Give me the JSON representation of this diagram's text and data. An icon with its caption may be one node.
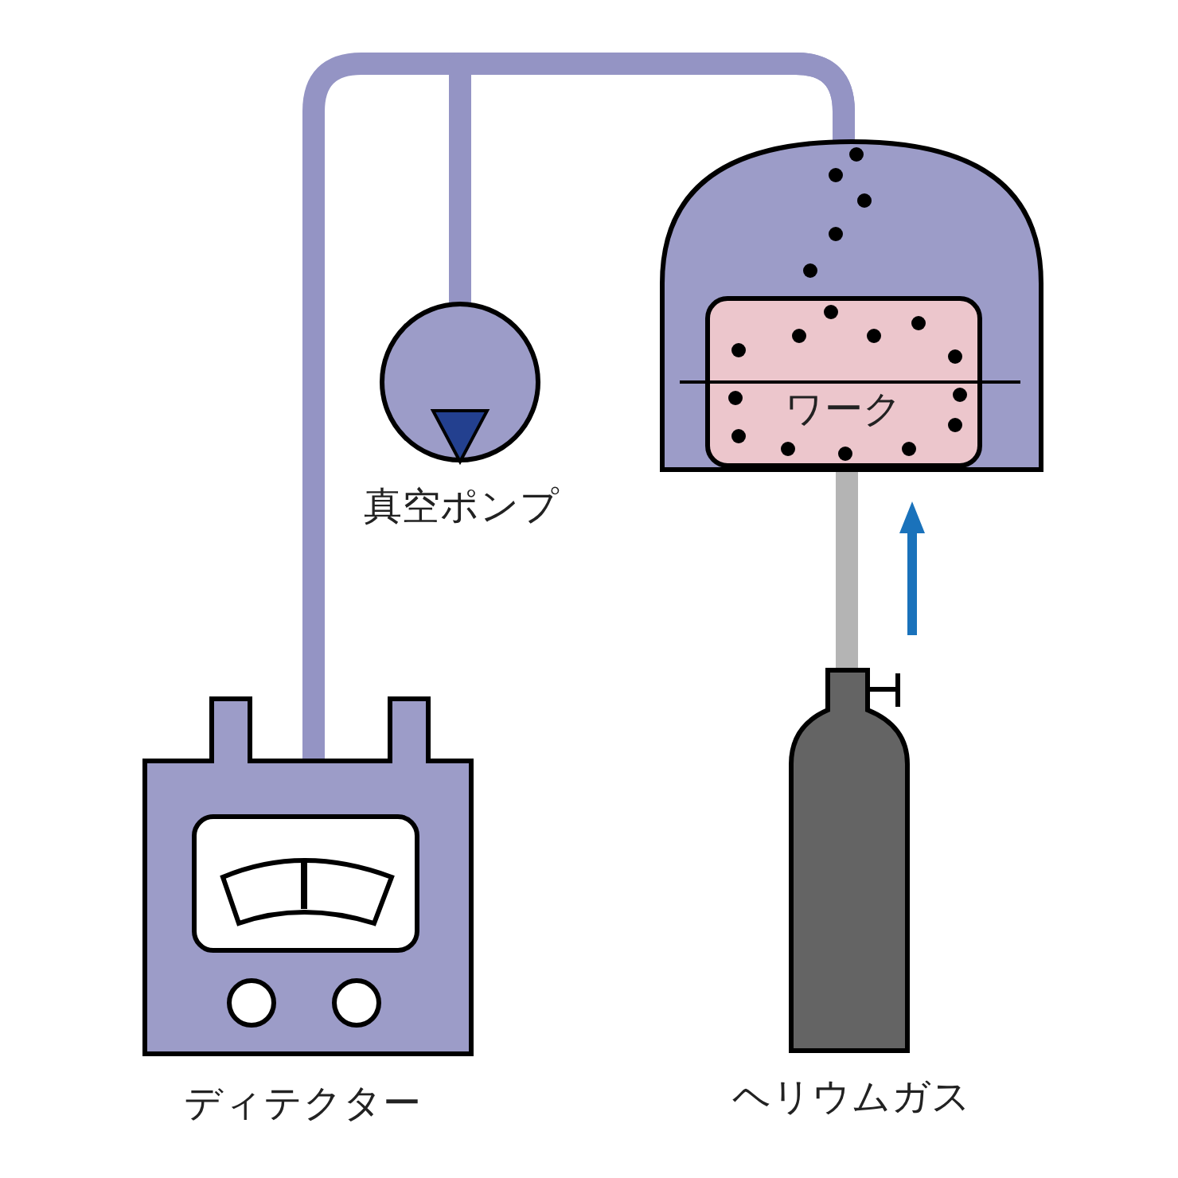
{
  "diagram": {
    "nodes": [
      {
        "text": [
          "真空ポンプ"
        ]
      },
      {
        "text": [],
        "shape": "dome"
      },
      {
        "text": [
          "ワーク"
        ],
        "in": 1
      },
      {
        "text": [
          "ディテクター"
        ]
      },
      {
        "text": [
          "ヘリウムガス"
        ]
      }
    ],
    "edges": [
      {
        "from": 3,
        "to": 1,
        "arrow": "none"
      },
      {
        "from": 0,
        "to": 1,
        "arrow": "none"
      },
      {
        "from": 4,
        "to": 1,
        "arrow": "none",
        "color": "#b4b4b4"
      }
    ]
  }
}
